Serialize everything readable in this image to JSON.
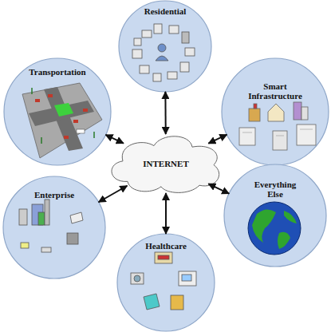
{
  "diagram": {
    "nodes": [
      {
        "text": [
          "Residential"
        ]
      },
      {
        "text": [
          "Transportation"
        ]
      },
      {
        "text": [
          "Smart Infrastructure"
        ]
      },
      {
        "text": [
          "INTERNET"
        ]
      },
      {
        "text": [
          "Enterprise"
        ]
      },
      {
        "text": [
          "Everything Else"
        ]
      },
      {
        "text": [
          "Healthcare"
        ]
      }
    ],
    "edges": [
      {
        "from": 3,
        "to": 0,
        "arrow": "both"
      },
      {
        "from": 3,
        "to": 1,
        "arrow": "both"
      },
      {
        "from": 3,
        "to": 2,
        "arrow": "both"
      },
      {
        "from": 3,
        "to": 4,
        "arrow": "both"
      },
      {
        "from": 3,
        "to": 5,
        "arrow": "both"
      },
      {
        "from": 3,
        "to": 6,
        "arrow": "both"
      }
    ]
  }
}
